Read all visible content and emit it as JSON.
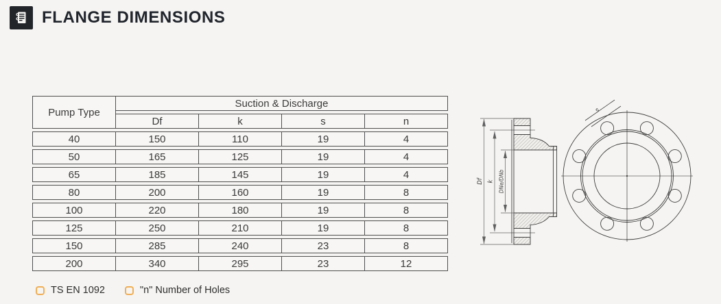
{
  "header": {
    "title": "FLANGE DIMENSIONS",
    "icon": "notebook-icon"
  },
  "table": {
    "col1_header": "Pump Type",
    "group_header": "Suction & Discharge",
    "sub_headers": [
      "Df",
      "k",
      "s",
      "n"
    ],
    "rows": [
      [
        "40",
        "150",
        "110",
        "19",
        "4"
      ],
      [
        "50",
        "165",
        "125",
        "19",
        "4"
      ],
      [
        "65",
        "185",
        "145",
        "19",
        "4"
      ],
      [
        "80",
        "200",
        "160",
        "19",
        "8"
      ],
      [
        "100",
        "220",
        "180",
        "19",
        "8"
      ],
      [
        "125",
        "250",
        "210",
        "19",
        "8"
      ],
      [
        "150",
        "285",
        "240",
        "23",
        "8"
      ],
      [
        "200",
        "340",
        "295",
        "23",
        "12"
      ]
    ]
  },
  "footnotes": [
    {
      "label": "TS EN 1092"
    },
    {
      "label": "\"n\" Number of Holes"
    }
  ],
  "drawing": {
    "labels": {
      "df": "Df",
      "k": "k",
      "dne_dnb": "DNe/DNb",
      "s": "s"
    },
    "views": [
      "section-view",
      "front-view"
    ],
    "bolt_hole_count": 8
  },
  "colors": {
    "background": "#f5f4f2",
    "accent_bullet": "#f0ae55",
    "table_border": "#4f4f4f",
    "title_text": "#20242c",
    "drawing_line": "#3d3d3d"
  }
}
